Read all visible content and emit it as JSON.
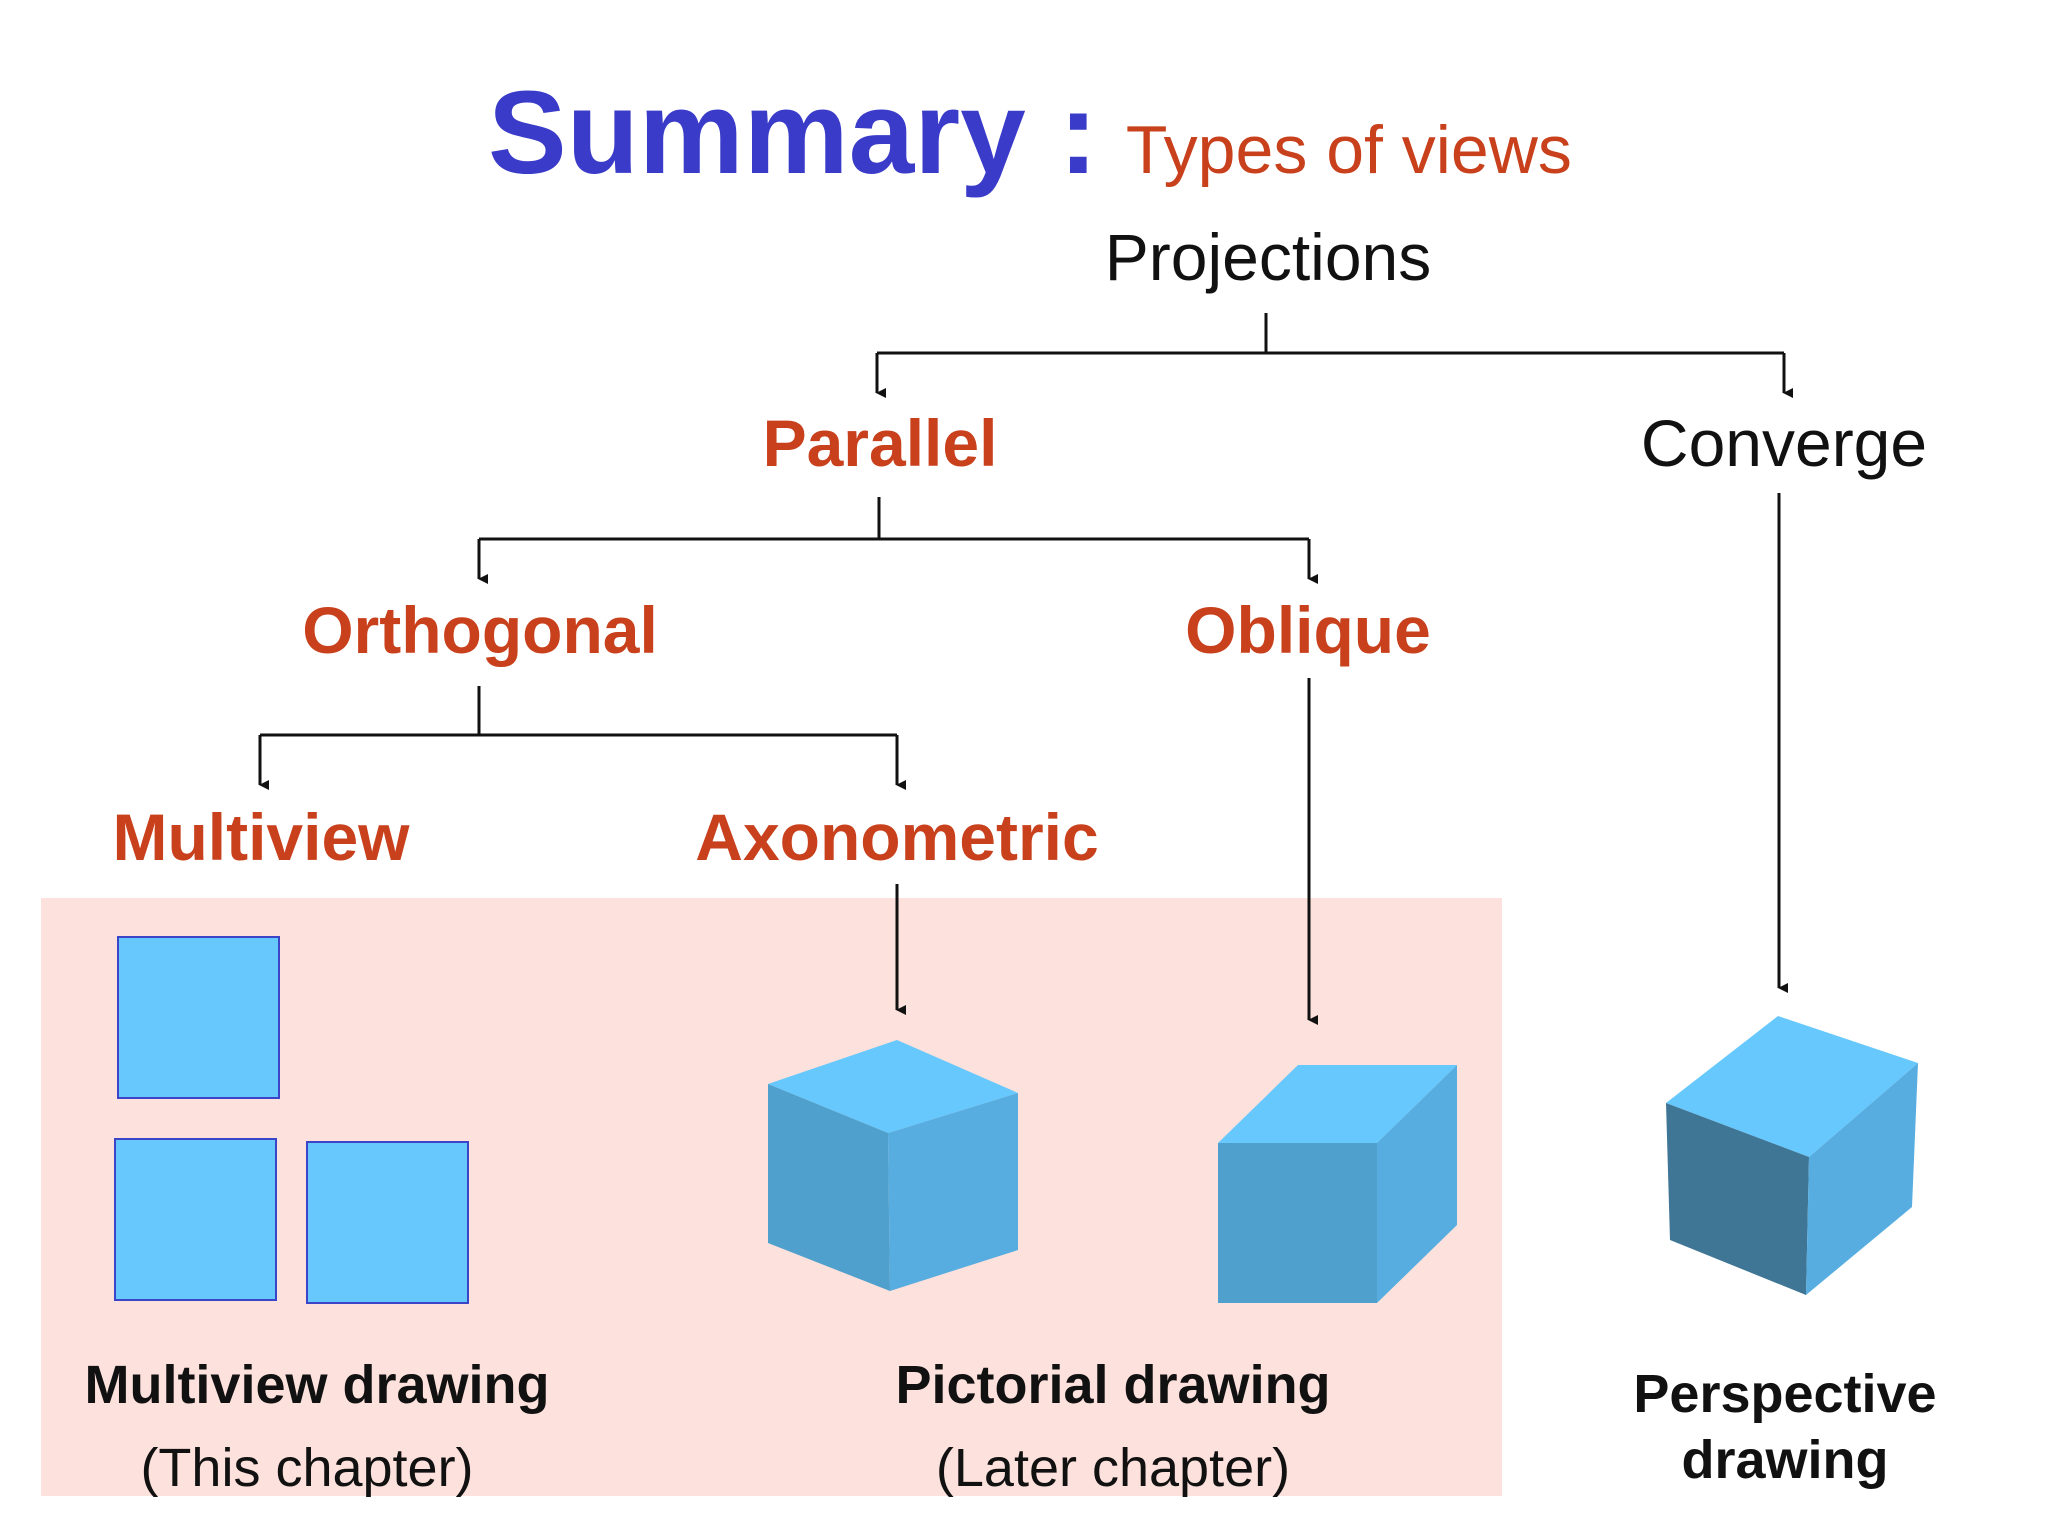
{
  "title": {
    "main": "Summary :",
    "sub": "Types of views"
  },
  "tree": {
    "root": "Projections",
    "parallel": "Parallel",
    "converge": "Converge",
    "orthogonal": "Orthogonal",
    "oblique": "Oblique",
    "multiview": "Multiview",
    "axonometric": "Axonometric"
  },
  "drawings": {
    "multiview": {
      "label": "Multiview drawing",
      "note": "(This chapter)"
    },
    "pictorial": {
      "label": "Pictorial drawing",
      "note": "(Later chapter)"
    },
    "perspective": {
      "label": "Perspective drawing"
    }
  },
  "colors": {
    "title_blue": "#3a3bc9",
    "accent_red": "#c8401c",
    "panel_pink": "#fde1dc",
    "face_light": "#66c8fc",
    "face_mid": "#57ade0",
    "face_dark": "#4fa0cc",
    "face_darkest": "#3f7595"
  }
}
